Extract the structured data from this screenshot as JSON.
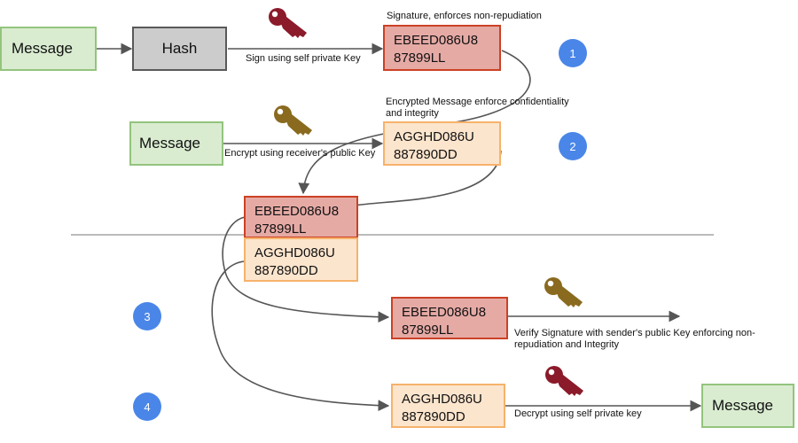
{
  "message_label": "Message",
  "hash_label": "Hash",
  "signature_value": [
    "EBEED086U8",
    "87899LL"
  ],
  "encrypted_value": [
    "AGGHD086U",
    "887890DD"
  ],
  "annotations": {
    "signature_title": "Signature, enforces non-repudiation",
    "sign_step": "Sign using self private Key",
    "encrypted_title": [
      "Encrypted Message enforce confidentiality",
      "and integrity"
    ],
    "encrypt_step": "Encrypt using receiver's public Key",
    "verify_step": [
      "Verify Signature with sender's public Key enforcing non-",
      "repudiation and Integrity"
    ],
    "decrypt_step": "Decrypt using self private key"
  },
  "steps": [
    "1",
    "2",
    "3",
    "4"
  ],
  "icons": {
    "private_key": "key-icon-dark-red",
    "public_key": "key-icon-olive-brown"
  },
  "colors": {
    "message_fill": "#d9ecd0",
    "message_border": "#93c47d",
    "hash_fill": "#cccccc",
    "signature_fill": "#e6aaa5",
    "signature_border": "#cc4125",
    "encrypted_fill": "#fce5cd",
    "encrypted_border": "#f6b26b",
    "step_badge": "#4a86e8",
    "private_key": "#8b1a2b",
    "public_key": "#8a6a1f"
  }
}
